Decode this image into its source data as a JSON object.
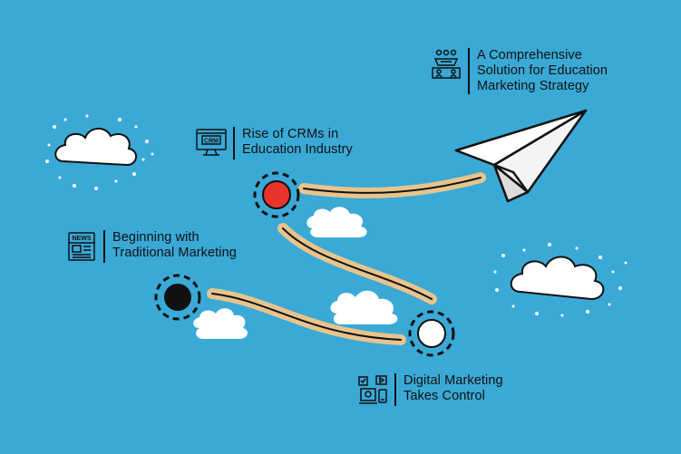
{
  "milestones": [
    {
      "id": "comprehensive",
      "label": "A Comprehensive\nSolution for Education\nMarketing Strategy",
      "icon": "conference-icon"
    },
    {
      "id": "crm",
      "label": "Rise of CRMs in\nEducation Industry",
      "icon": "crm-monitor-icon"
    },
    {
      "id": "traditional",
      "label": "Beginning with\nTraditional Marketing",
      "icon": "newspaper-icon",
      "icon_text": "NEWS"
    },
    {
      "id": "digital",
      "label": "Digital Marketing\nTakes Control",
      "icon": "digital-devices-icon"
    }
  ],
  "colors": {
    "background": "#3aa9d6",
    "path": "#e8c48d",
    "ink": "#111111",
    "crm_dot": "#e8342c",
    "traditional_dot": "#111111",
    "digital_dot": "#ffffff",
    "cloud": "#ffffff",
    "plane": "#ffffff"
  }
}
